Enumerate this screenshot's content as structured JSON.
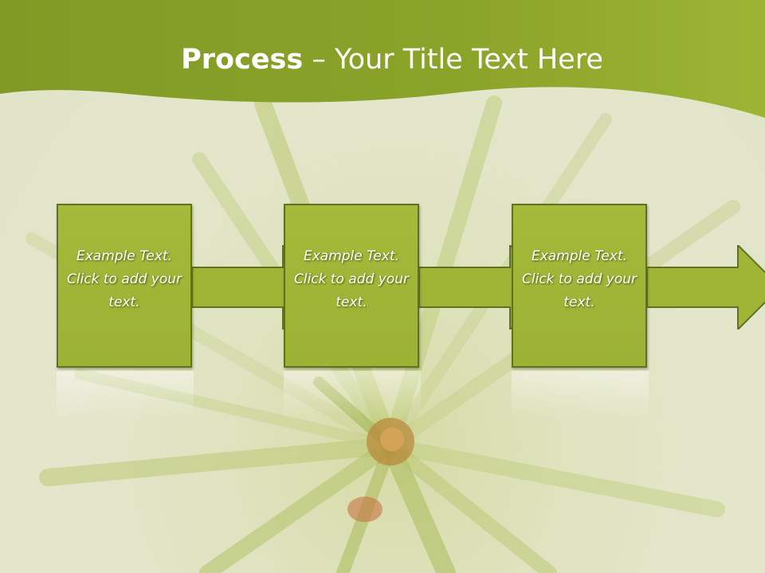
{
  "slide": {
    "title_bold": "Process",
    "title_rest": " – Your Title Text Here",
    "colors": {
      "header": "#8fa52a",
      "box_fill": "#a0b535",
      "box_border": "#5f7221",
      "background": "#e0e3c6"
    }
  },
  "process": {
    "steps": [
      {
        "text": "Example Text. Click to add your text."
      },
      {
        "text": "Example Text. Click to add your text."
      },
      {
        "text": "Example Text. Click to add your text."
      }
    ]
  }
}
